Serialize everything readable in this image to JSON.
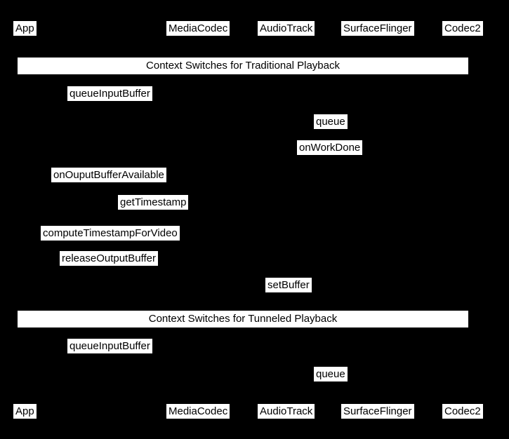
{
  "diagram": {
    "type": "sequence",
    "background_color": "#000000",
    "label_background": "#ffffff",
    "label_text_color": "#000000",
    "participants": [
      "App",
      "MediaCodec",
      "AudioTrack",
      "SurfaceFlinger",
      "Codec2"
    ],
    "sections": [
      {
        "label": "Context Switches for Traditional Playback"
      },
      {
        "label": "Context Switches for Tunneled Playback"
      }
    ],
    "messages": [
      "queueInputBuffer",
      "queue",
      "onWorkDone",
      "onOuputBufferAvailable",
      "getTimestamp",
      "computeTimestampForVideo",
      "releaseOutputBuffer",
      "setBuffer",
      "queueInputBuffer",
      "queue"
    ]
  }
}
